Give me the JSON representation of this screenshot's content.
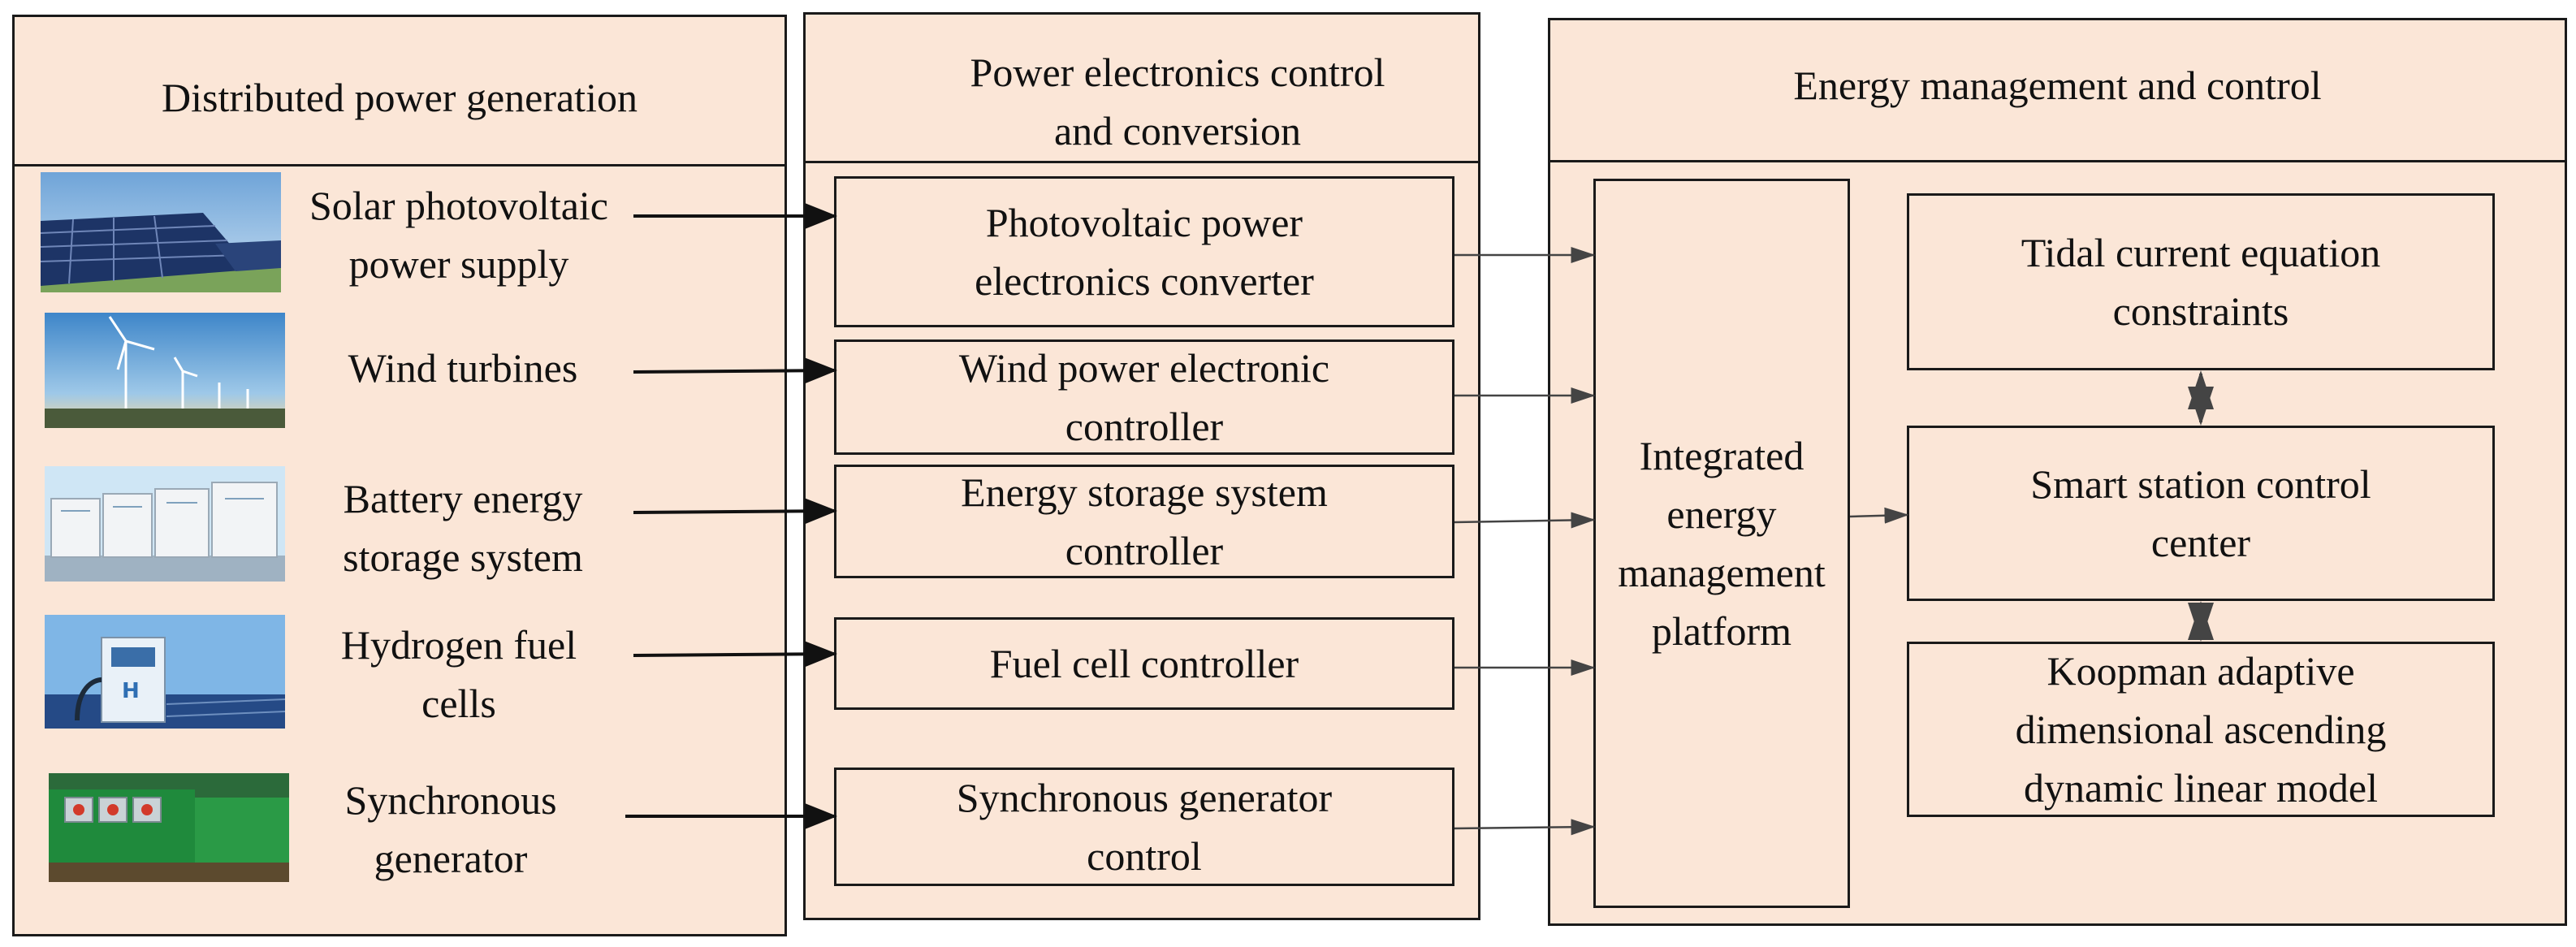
{
  "columns": {
    "generation": {
      "title": "Distributed power generation"
    },
    "conversion": {
      "title": "Power electronics control\nand conversion"
    },
    "management": {
      "title": "Energy management and control"
    }
  },
  "sources": [
    {
      "label": "Solar photovoltaic\npower supply",
      "image": "solar-panels-image"
    },
    {
      "label": "Wind turbines",
      "image": "wind-turbines-image"
    },
    {
      "label": "Battery energy\nstorage system",
      "image": "battery-storage-image"
    },
    {
      "label": "Hydrogen fuel\ncells",
      "image": "hydrogen-station-image"
    },
    {
      "label": "Synchronous\ngenerator",
      "image": "generator-machinery-image"
    }
  ],
  "converters": [
    {
      "label": "Photovoltaic power\nelectronics converter"
    },
    {
      "label": "Wind power electronic\ncontroller"
    },
    {
      "label": "Energy storage system\ncontroller"
    },
    {
      "label": "Fuel cell controller"
    },
    {
      "label": "Synchronous generator\ncontrol"
    }
  ],
  "platform": {
    "label": "Integrated\nenergy\nmanagement\nplatform"
  },
  "control_blocks": [
    {
      "label": "Tidal current equation\nconstraints"
    },
    {
      "label": "Smart station control\ncenter"
    },
    {
      "label": "Koopman adaptive\ndimensional ascending\ndynamic linear model"
    }
  ],
  "colors": {
    "panel_fill": "#fbe6d7",
    "stroke": "#1a1a1a",
    "arrow_gray": "#444444"
  }
}
